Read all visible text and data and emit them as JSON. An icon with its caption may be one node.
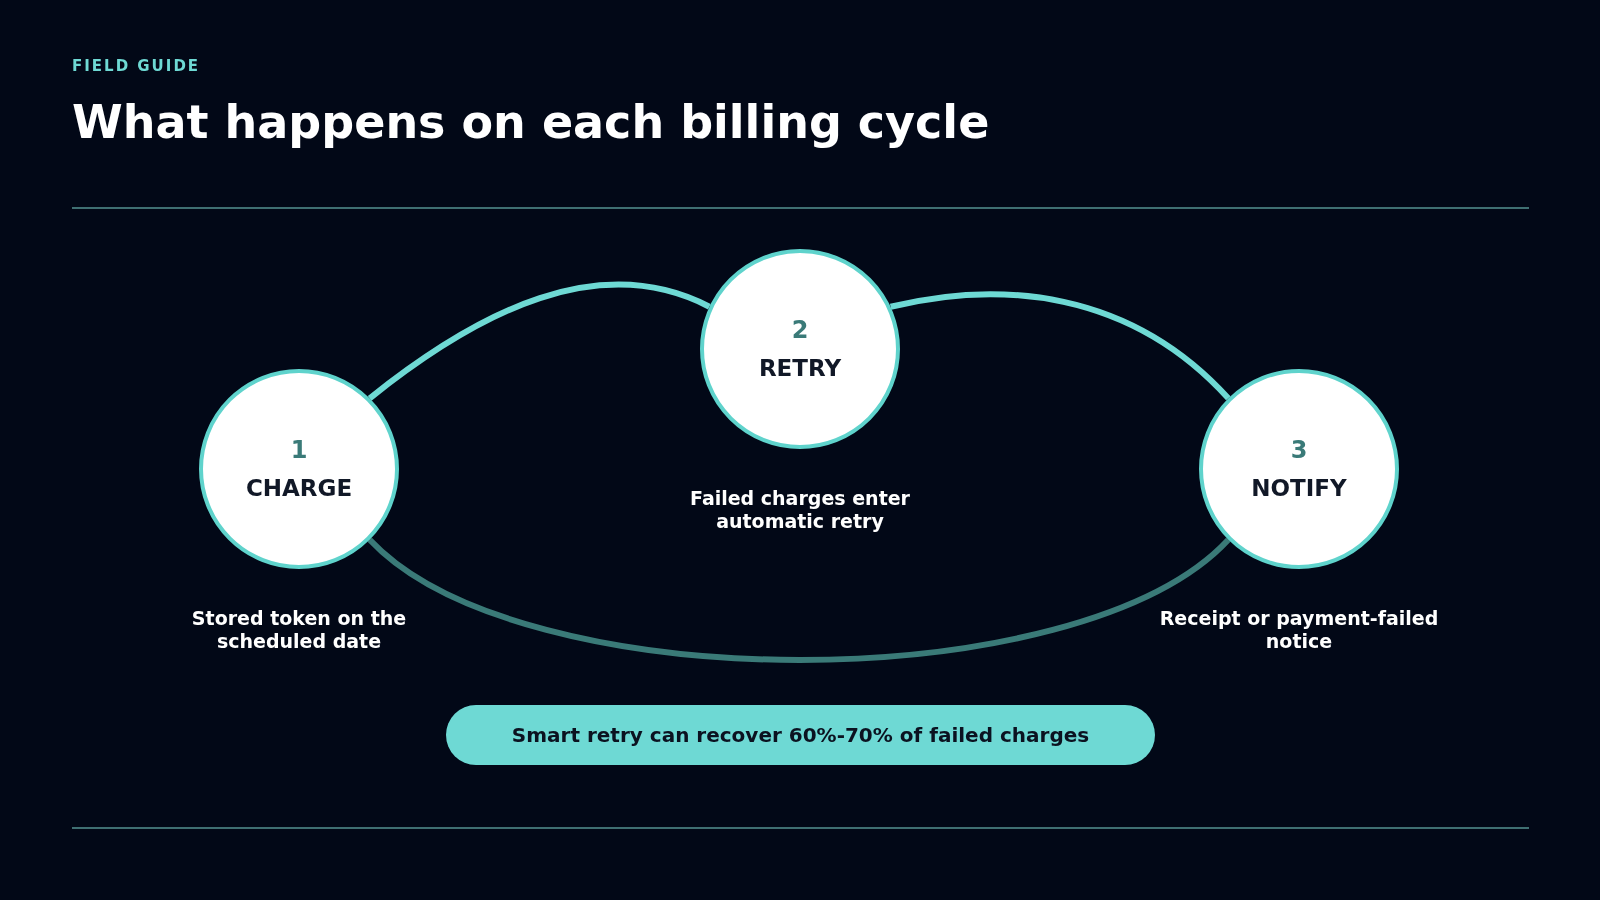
{
  "diagram": {
    "title": "What happens on each billing cycle",
    "nodes": [
      {
        "text": [
          "1",
          "CHARGE"
        ],
        "beside": [
          "Stored token on the scheduled date"
        ]
      },
      {
        "text": [
          "2",
          "RETRY"
        ],
        "beside": [
          "Failed charges enter automatic retry"
        ]
      },
      {
        "text": [
          "3",
          "NOTIFY"
        ],
        "beside": [
          "Receipt or payment-failed notice"
        ]
      },
      {
        "text": [
          "Smart retry can recover 60%-70% of failed charges"
        ]
      }
    ],
    "edges": [
      {
        "from": 0,
        "to": 1,
        "arrow": "none"
      },
      {
        "from": 1,
        "to": 2,
        "arrow": "none"
      },
      {
        "from": 0,
        "to": 2,
        "arrow": "none",
        "color": "#3a7a78"
      }
    ],
    "labels": [
      "FIELD GUIDE"
    ]
  }
}
